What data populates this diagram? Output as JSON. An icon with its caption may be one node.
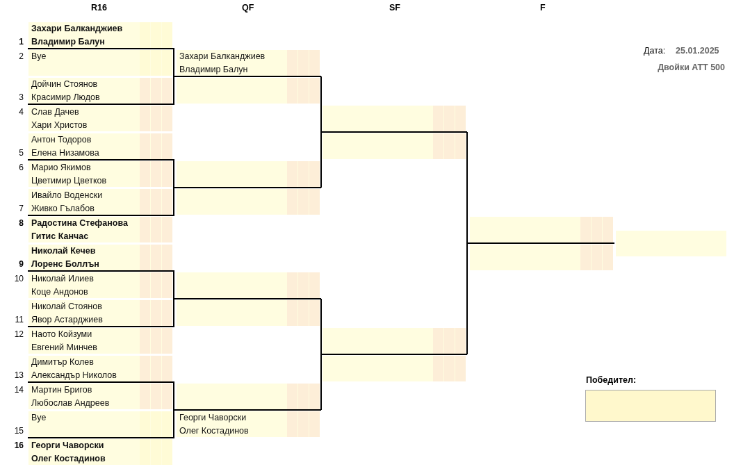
{
  "diagram": {
    "nodes": [
      {
        "text": [
          "Захари Балканджиев",
          "Владимир Балун"
        ],
        "beside": [
          "1"
        ]
      },
      {
        "text": [
          "Bye"
        ],
        "beside": [
          "2"
        ]
      },
      {
        "text": [
          "Дойчин Стоянов",
          "Красимир Людов"
        ],
        "beside": [
          "3"
        ]
      },
      {
        "text": [
          "Слав Дачев",
          "Хари Христов"
        ],
        "beside": [
          "4"
        ]
      },
      {
        "text": [
          "Антон Тодоров",
          "Елена Низамова"
        ],
        "beside": [
          "5"
        ]
      },
      {
        "text": [
          "Марио Якимов",
          "Цветимир Цветков"
        ],
        "beside": [
          "6"
        ]
      },
      {
        "text": [
          "Ивайло Воденски",
          "Живко Гълабов"
        ],
        "beside": [
          "7"
        ]
      },
      {
        "text": [
          "Радостина Стефанова",
          "Гитис Канчас"
        ],
        "beside": [
          "8"
        ]
      },
      {
        "text": [
          "Николай Кечев",
          "Лоренс Боллън"
        ],
        "beside": [
          "9"
        ]
      },
      {
        "text": [
          "Николай Илиев",
          "Коце Андонов"
        ],
        "beside": [
          "10"
        ]
      },
      {
        "text": [
          "Николай Стоянов",
          "Явор Астарджиев"
        ],
        "beside": [
          "11"
        ]
      },
      {
        "text": [
          "Наото Койзуми",
          "Евгений Минчев"
        ],
        "beside": [
          "12"
        ]
      },
      {
        "text": [
          "Димитър Колев",
          "Александър Николов"
        ],
        "beside": [
          "13"
        ]
      },
      {
        "text": [
          "Мартин Бригов",
          "Любослав Андреев"
        ],
        "beside": [
          "14"
        ]
      },
      {
        "text": [
          "Bye"
        ],
        "beside": [
          "15"
        ]
      },
      {
        "text": [
          "Георги Чаворски",
          "Олег Костадинов"
        ],
        "beside": [
          "16"
        ]
      },
      {
        "text": [
          "Захари Балканджиев",
          "Владимир Балун"
        ]
      },
      {
        "text": [],
        "shape": "box"
      },
      {
        "text": [],
        "shape": "box"
      },
      {
        "text": [],
        "shape": "box"
      },
      {
        "text": [],
        "shape": "box"
      },
      {
        "text": [],
        "shape": "box"
      },
      {
        "text": [],
        "shape": "box"
      },
      {
        "text": [
          "Георги Чаворски",
          "Олег Костадинов"
        ]
      },
      {
        "text": [],
        "shape": "box"
      },
      {
        "text": [],
        "shape": "box"
      },
      {
        "text": [],
        "shape": "box"
      },
      {
        "text": [],
        "shape": "box"
      },
      {
        "text": [],
        "shape": "box"
      },
      {
        "text": [],
        "shape": "box"
      },
      {
        "text": [],
        "shape": "box"
      },
      {
        "text": [
          "Победител:"
        ]
      }
    ],
    "edges": [
      {
        "from": 1,
        "to": 17,
        "arrow": "none"
      },
      {
        "from": 2,
        "to": 17,
        "arrow": "none"
      },
      {
        "from": 5,
        "to": 19,
        "arrow": "none"
      },
      {
        "from": 6,
        "to": 19,
        "arrow": "none"
      },
      {
        "from": 9,
        "to": 21,
        "arrow": "none"
      },
      {
        "from": 10,
        "to": 21,
        "arrow": "none"
      },
      {
        "from": 13,
        "to": 23,
        "arrow": "none"
      },
      {
        "from": 14,
        "to": 23,
        "arrow": "none"
      },
      {
        "from": 17,
        "to": 25,
        "arrow": "none"
      },
      {
        "from": 18,
        "to": 25,
        "arrow": "none"
      },
      {
        "from": 21,
        "to": 27,
        "arrow": "none"
      },
      {
        "from": 22,
        "to": 27,
        "arrow": "none"
      },
      {
        "from": 25,
        "to": 29,
        "arrow": "none"
      },
      {
        "from": 26,
        "to": 29,
        "arrow": "none"
      }
    ],
    "labels": [
      "R16",
      "QF",
      "SF",
      "F",
      "Дата:",
      "25.01.2025",
      "Двойки ATT 500"
    ]
  }
}
